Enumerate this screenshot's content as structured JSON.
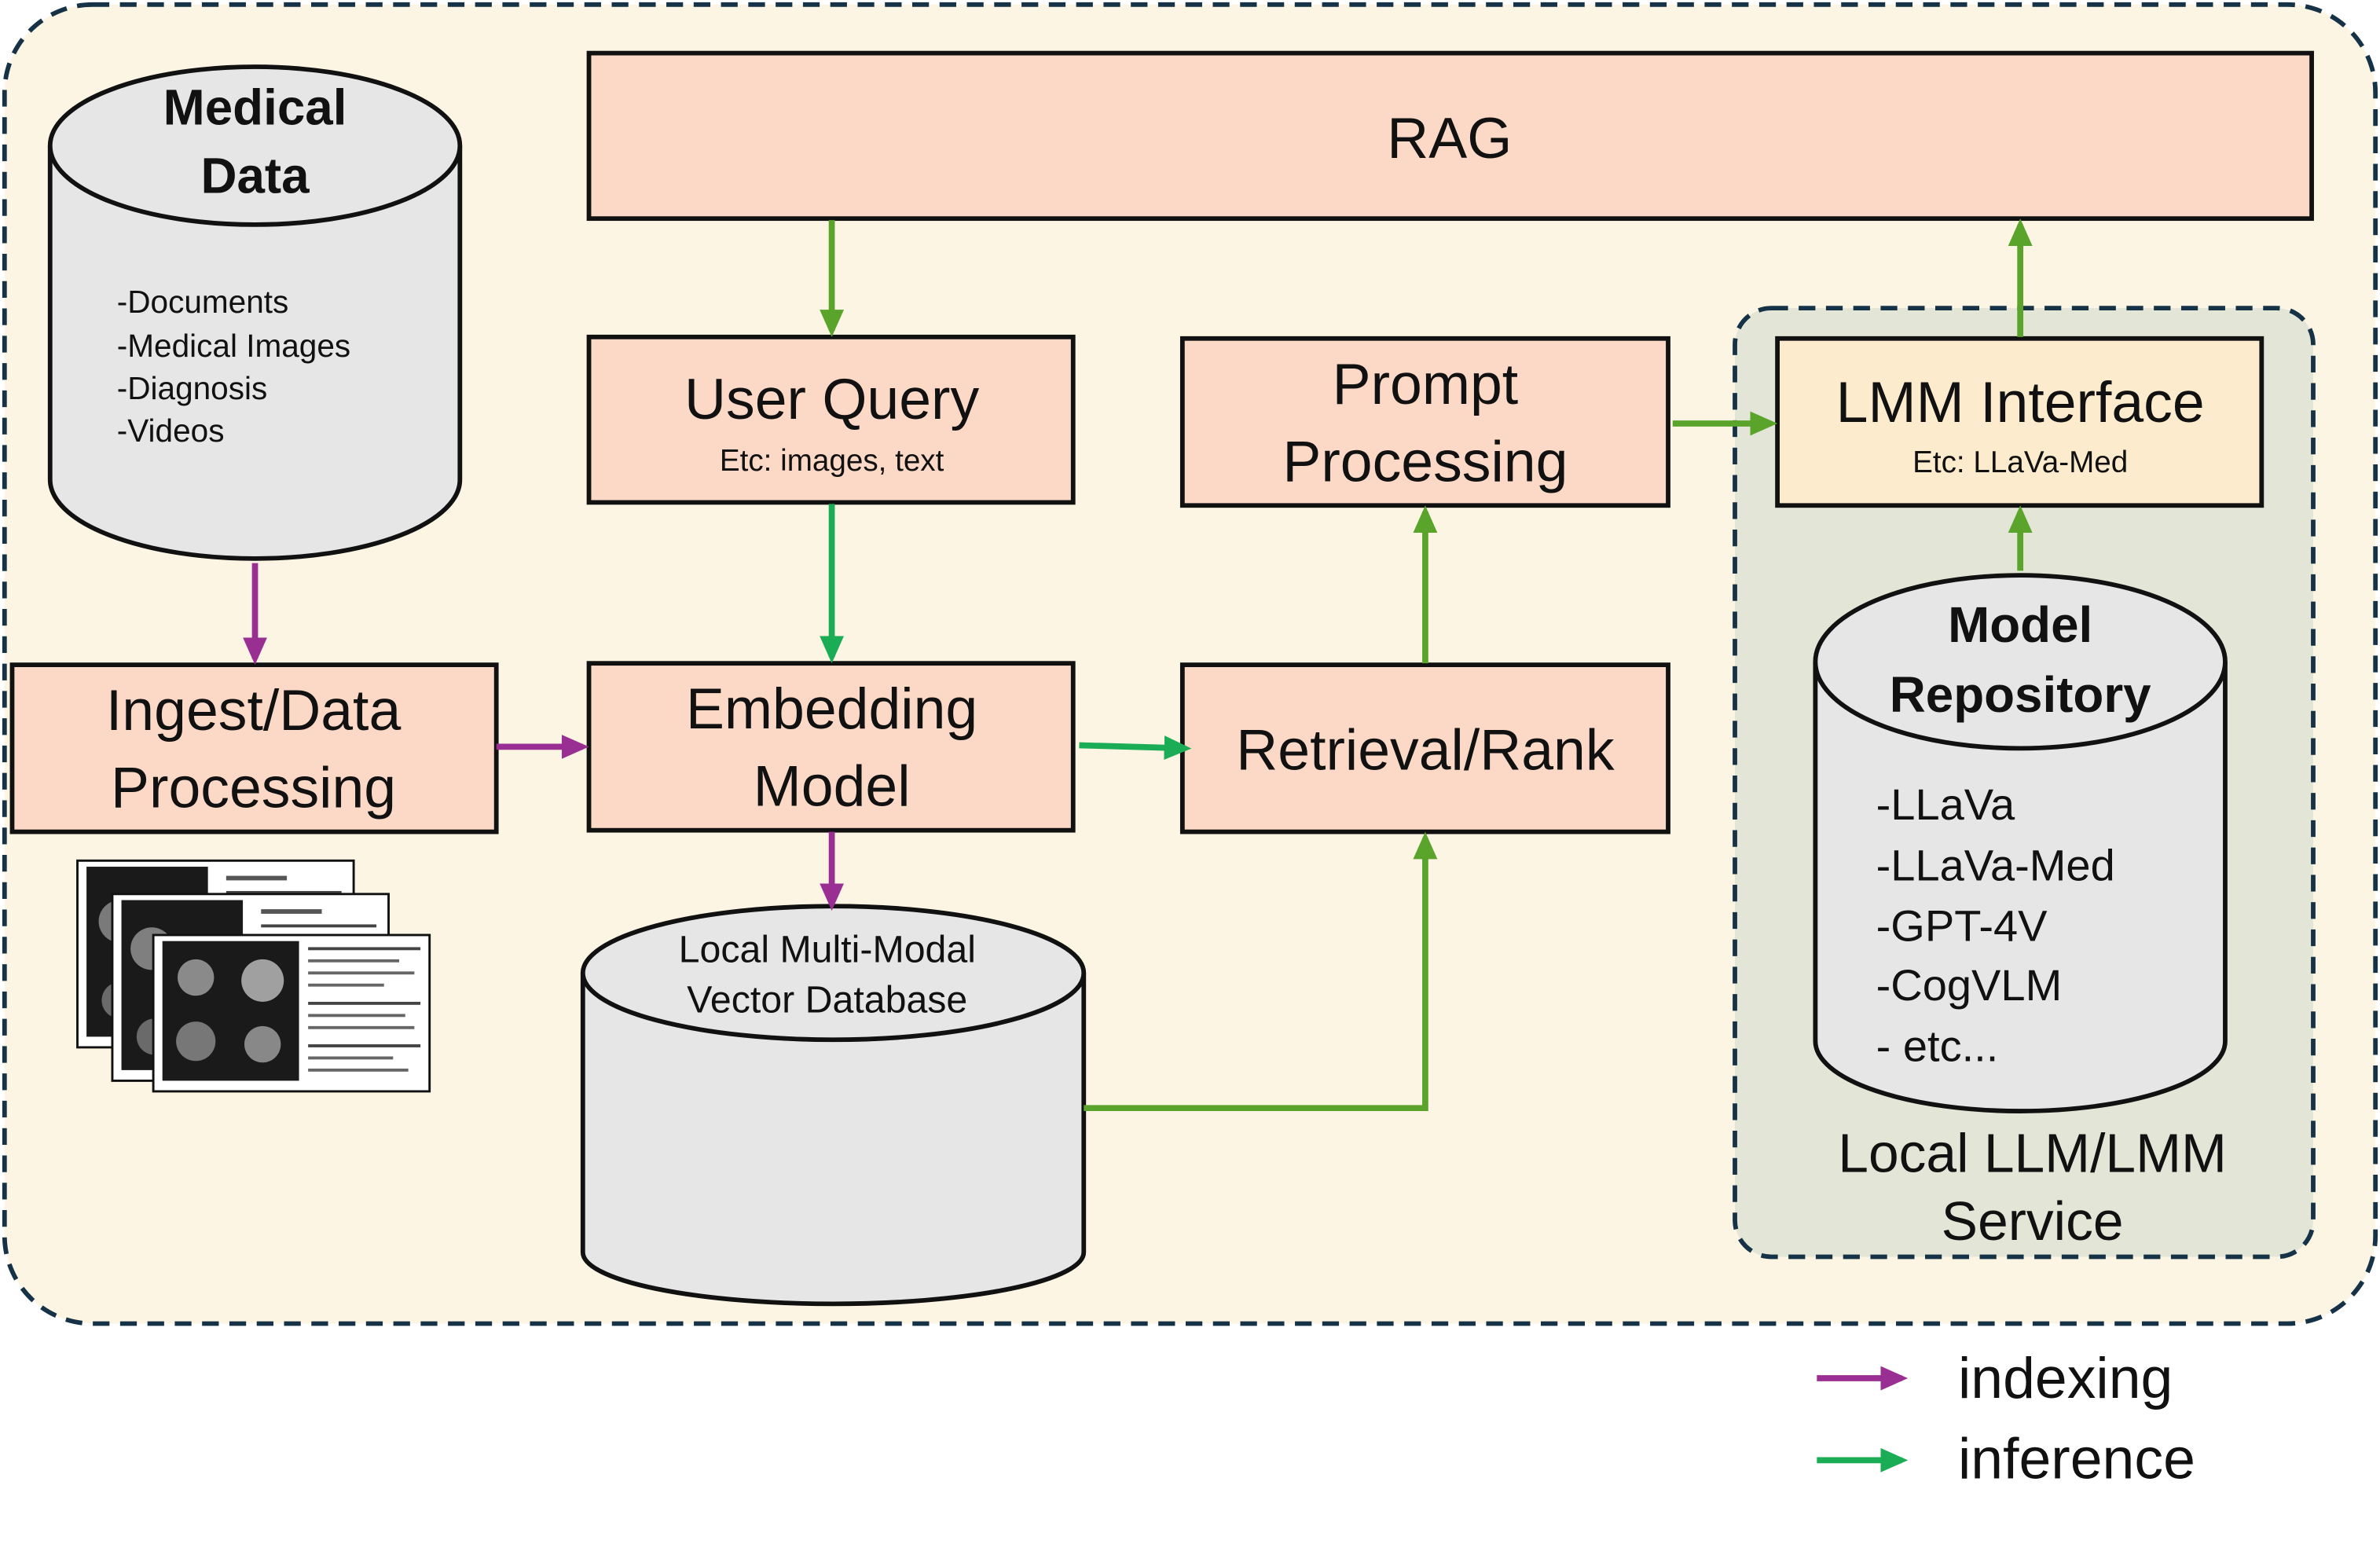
{
  "colors": {
    "outer_bg": "#fdf5e4",
    "service_bg": "#e3e5d6",
    "box_fill": "#fcd9c6",
    "lmm_fill": "#fdebcd",
    "cylinder_fill": "#e6e6e6",
    "indexing_arrow": "#9a2f93",
    "inference_arrow_green": "#1aad55",
    "inference_arrow_olive": "#5aa42c",
    "dash_border": "#163246"
  },
  "nodes": {
    "rag": {
      "label": "RAG"
    },
    "medical_data": {
      "title": [
        "Medical",
        "Data"
      ],
      "items": [
        "-Documents",
        "-Medical Images",
        "-Diagnosis",
        "-Videos"
      ]
    },
    "user_query": {
      "title": "User Query",
      "subtitle": "Etc: images, text"
    },
    "prompt_processing": {
      "title": [
        "Prompt",
        "Processing"
      ]
    },
    "lmm_interface": {
      "title": "LMM Interface",
      "subtitle": "Etc: LLaVa-Med"
    },
    "ingest": {
      "title": [
        "Ingest/Data",
        "Processing"
      ]
    },
    "embedding": {
      "title": [
        "Embedding",
        "Model"
      ]
    },
    "retrieval": {
      "title": "Retrieval/Rank"
    },
    "vector_db": {
      "title": [
        "Local Multi-Modal",
        "Vector Database"
      ]
    },
    "model_repo": {
      "title": [
        "Model",
        "Repository"
      ],
      "items": [
        "-LLaVa",
        "-LLaVa-Med",
        "-GPT-4V",
        "-CogVLM",
        "- etc..."
      ]
    },
    "service": {
      "label": [
        "Local LLM/LMM",
        "Service"
      ]
    },
    "document_thumbnails": {
      "icon": "medical-report-thumbnails-icon"
    }
  },
  "legend": {
    "indexing": "indexing",
    "inference": "inference"
  }
}
